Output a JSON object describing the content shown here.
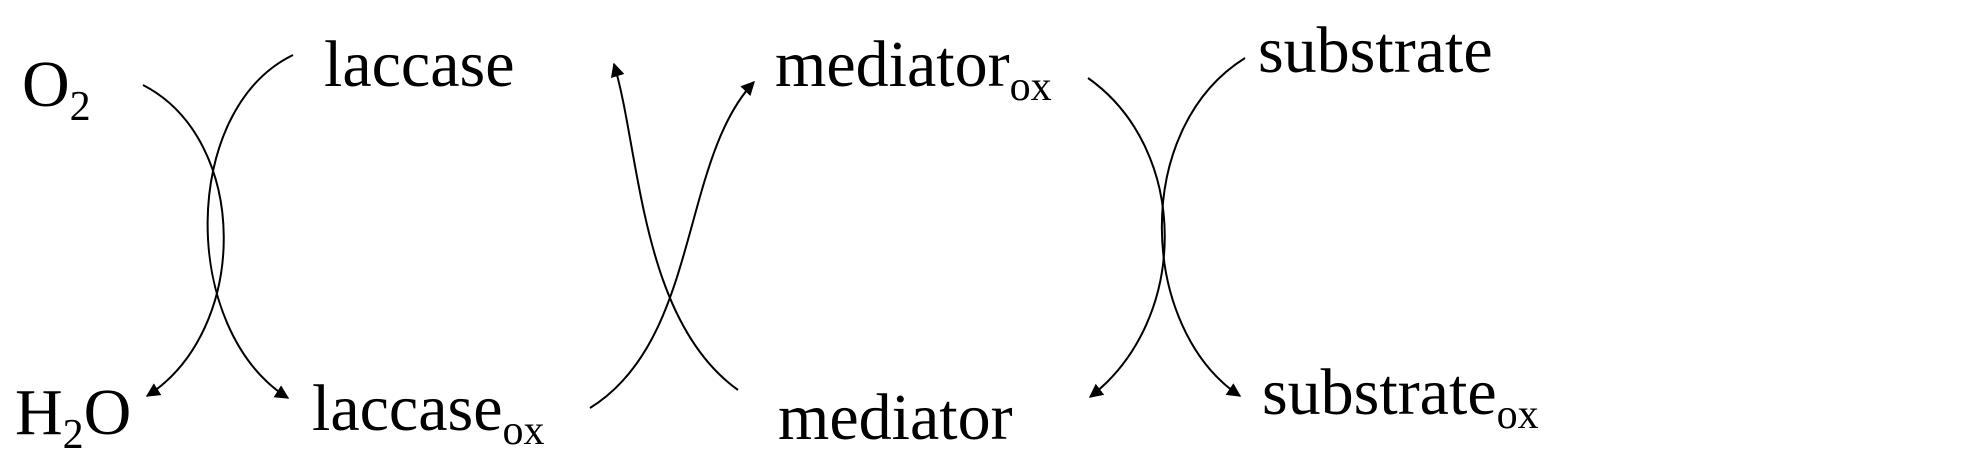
{
  "labels": {
    "o2": {
      "main": "O",
      "sub": "2"
    },
    "h2o": {
      "pre": "H",
      "sub": "2",
      "post": "O"
    },
    "laccase": "laccase",
    "laccase_ox": {
      "main": "laccase",
      "sub": "ox"
    },
    "mediator_ox": {
      "main": "mediator",
      "sub": "ox"
    },
    "mediator": "mediator",
    "substrate": "substrate",
    "substrate_ox": {
      "main": "substrate",
      "sub": "ox"
    }
  }
}
